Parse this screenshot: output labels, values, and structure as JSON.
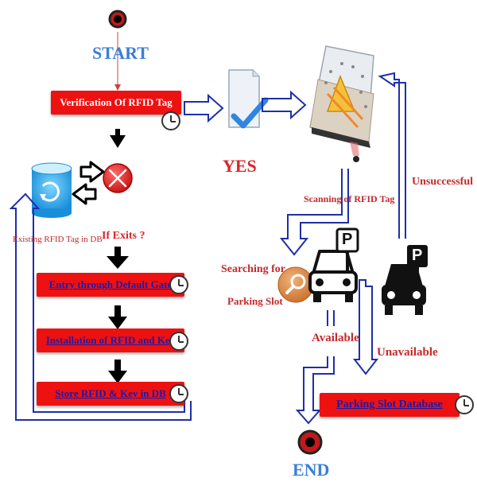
{
  "diagram": {
    "start_label": "START",
    "end_label": "END",
    "yes_label": "YES",
    "if_exists_label": "If Exits ?",
    "existing_tag_label": "Existing RFID Tag in DB",
    "scanning_label": "Scanning of RFID Tag",
    "unsuccessful_label": "Unsuccessful",
    "searching_label_line1": "Searching for",
    "searching_label_line2": "Parking Slot",
    "available_label": "Available",
    "unavailable_label": "Unavailable",
    "steps": {
      "verification": "Verification Of RFID Tag",
      "entry": "Entry through Default Gate",
      "installation": "Installation of RFID and Key",
      "store": "Store RFID & Key in DB",
      "parking_db": "Parking Slot Database"
    },
    "parking_sign": "P",
    "colors": {
      "bar_red": "#ee1111",
      "title_blue": "#3a7fd5",
      "label_red": "#d9262c",
      "arrow_blue": "#1f2fa8"
    }
  }
}
